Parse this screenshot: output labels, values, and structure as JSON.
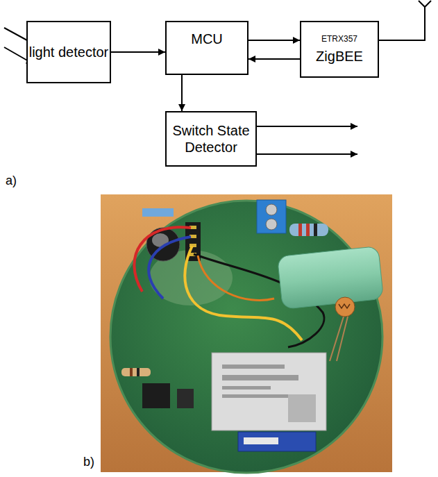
{
  "diagram": {
    "nodes": [
      {
        "text": [
          "light detector"
        ]
      },
      {
        "text": [
          "MCU"
        ]
      },
      {
        "text": [
          "ETRX357",
          "ZigBEE"
        ]
      },
      {
        "text": [
          "Switch State Detector"
        ]
      }
    ],
    "edges": [
      {
        "from": 0,
        "to": 1,
        "arrow": "to"
      },
      {
        "from": 1,
        "to": 2,
        "arrow": "to"
      },
      {
        "from": 2,
        "to": 1,
        "arrow": "to"
      },
      {
        "from": 1,
        "to": 3,
        "arrow": "to"
      }
    ],
    "labels": [
      "a)",
      "b)"
    ]
  }
}
